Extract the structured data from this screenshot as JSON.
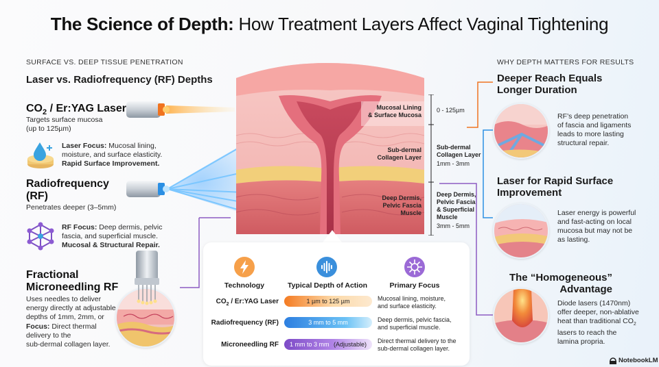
{
  "title": {
    "bold": "The Science of Depth:",
    "rest": "How Treatment Layers Affect Vaginal Tightening"
  },
  "left": {
    "kicker": "SURFACE VS. DEEP TISSUE PENETRATION",
    "heading": "Laser vs. Radiofrequency (RF) Depths",
    "co2": {
      "name_pre": "CO",
      "name_sub": "2",
      "name_post": " / Er:YAG Laser",
      "desc1": "Targets surface mucosa",
      "desc2": "(up to 125µm)",
      "focus_label": "Laser Focus:",
      "focus_l1": "Mucosal lining,",
      "focus_l2": "moisture, and surface elasticity.",
      "focus_bold": "Rapid Surface Improvement."
    },
    "rf": {
      "name1": "Radiofrequency",
      "name2": "(RF)",
      "desc": "Penetrates deeper (3–5mm)",
      "focus_label": "RF Focus:",
      "focus_l1": "Deep dermis, pelvic",
      "focus_l2": "fascia, and superficial muscle.",
      "focus_bold": "Mucosal & Structural Repair."
    },
    "micro": {
      "name1": "Fractional",
      "name2": "Microneedling RF",
      "d1": "Uses needles to deliver",
      "d2": "energy directly at adjustable",
      "d3": "depths of 1mm, 2mm, or",
      "focus_label": "Focus:",
      "f1": "Direct thermal",
      "f2": "delivery to the",
      "f3": "sub-dermal collagen layer."
    }
  },
  "diagram": {
    "layer1": {
      "l1": "Mucosal Lining",
      "l2": "& Surface Mucosa"
    },
    "layer2": {
      "l1": "Sub-dermal",
      "l2": "Collagen Layer"
    },
    "layer3": {
      "l1": "Deep Dermis,",
      "l2": "Pelvic Fascia",
      "l3": "Muscle"
    },
    "depth1": {
      "range": "0 - 125µm"
    },
    "depth2": {
      "l1": "Sub-dermal",
      "l2": "Collagen Layer",
      "range": "1mm - 3mm"
    },
    "depth3": {
      "l1": "Deep Dermis,",
      "l2": "Pelvic Fascia",
      "l3": "& Superficial",
      "l4": "Muscle",
      "range": "3mm - 5mm"
    }
  },
  "table": {
    "headers": [
      "Technology",
      "Typical Depth of Action",
      "Primary Focus"
    ],
    "rows": [
      {
        "tech_pre": "CO",
        "tech_sub": "2",
        "tech_post": " / Er:YAG Laser",
        "depth": "1 µm to 125 µm",
        "focus1": "Mucosal lining, moisture,",
        "focus2": "and surface elasticity."
      },
      {
        "tech": "Radiofrequency (RF)",
        "depth": "3 mm to 5 mm",
        "focus1": "Deep dermis, pelvic fascia,",
        "focus2": "and superficial muscle."
      },
      {
        "tech": "Microneedling RF",
        "depth": "1 mm to 3 mm",
        "depth_extra": "(Adjustable)",
        "focus1": "Direct thermal delivery to the",
        "focus2": "sub-dermal collagen layer."
      }
    ]
  },
  "right": {
    "kicker": "WHY DEPTH MATTERS FOR RESULTS",
    "s1": {
      "h1": "Deeper Reach Equals",
      "h2": "Longer Duration",
      "b1": "RF’s deep penetration",
      "b2": "of fascia and ligaments",
      "b3": "leads to more lasting",
      "b4": "structural repair."
    },
    "s2": {
      "h1": "Laser for Rapid Surface",
      "h2": "Improvement",
      "b1": "Laser energy is powerful",
      "b2": "and fast-acting on local",
      "b3": "mucosa but may not be",
      "b4": "as lasting."
    },
    "s3": {
      "h1": "The “Homogeneous”",
      "h2": "Advantage",
      "b1": "Diode lasers (1470nm)",
      "b2": "offer deeper, non-ablative",
      "b3_pre": "heat than traditional CO",
      "b3_sub": "2",
      "b4": "lasers to reach the",
      "b5": "lamina propria."
    }
  },
  "brand": {
    "name": "NotebookLM"
  },
  "colors": {
    "laser_orange": "#f0731f",
    "rf_blue": "#2b8fe3",
    "micro_purple": "#7c4fc4",
    "tissue_pink": "#e89a9a",
    "connector_purple": "#8c5bc2"
  }
}
